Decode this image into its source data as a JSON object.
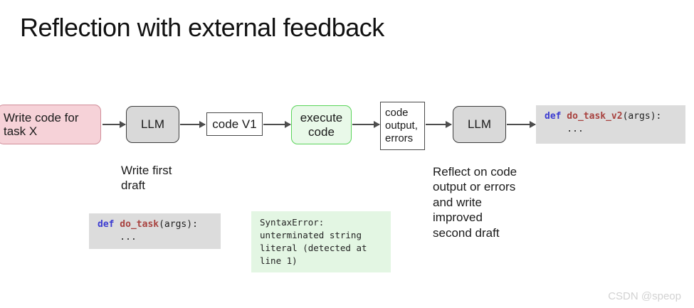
{
  "slide": {
    "title": "Reflection with external feedback",
    "background_color": "#ffffff"
  },
  "flow": {
    "nodes": [
      {
        "id": "task-prompt",
        "label": "Write code for\ntask X",
        "style": "pink",
        "fill": "#f6d2d8",
        "border": "#d08d99"
      },
      {
        "id": "llm-first",
        "label": "LLM",
        "style": "llm",
        "fill": "#d9d9d9",
        "border": "#3d3d3d"
      },
      {
        "id": "code-v1",
        "label": "code V1",
        "style": "white",
        "fill": "#ffffff",
        "border": "#4a4a4a"
      },
      {
        "id": "execute-code",
        "label": "execute\ncode",
        "style": "green",
        "fill": "#e9f9e9",
        "border": "#5ad45a"
      },
      {
        "id": "code-output",
        "label": "code\noutput,\nerrors",
        "style": "white-multi",
        "fill": "#ffffff",
        "border": "#4a4a4a"
      },
      {
        "id": "llm-second",
        "label": "LLM",
        "style": "llm",
        "fill": "#d9d9d9",
        "border": "#3d3d3d"
      }
    ],
    "arrow_color": "#4d4d4d"
  },
  "code_blocks": {
    "result_v2": {
      "background": "#dcdcdc",
      "line1": {
        "keyword": "def",
        "name": " do_task_v2",
        "rest": "(args):"
      },
      "line2": "    ..."
    },
    "draft_v1": {
      "background": "#dcdcdc",
      "line1": {
        "keyword": "def",
        "name": " do_task",
        "rest": "(args):"
      },
      "line2": "    ..."
    },
    "error_output": {
      "background": "#e3f6e3",
      "text": "SyntaxError:\nunterminated string\nliteral (detected at\nline 1)"
    }
  },
  "captions": {
    "write_first_draft": "Write first\ndraft",
    "reflect": "Reflect on code\noutput or errors\nand write\nimproved\nsecond draft"
  },
  "watermark": {
    "text": "CSDN @speop",
    "color": "#d2d2d2"
  }
}
